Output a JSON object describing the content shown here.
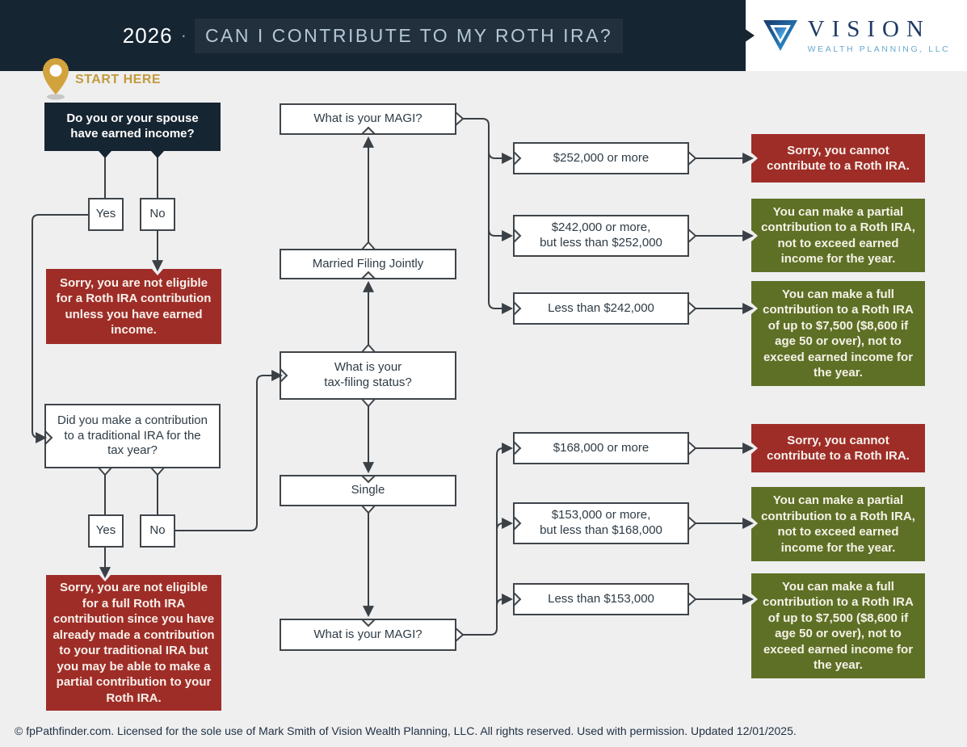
{
  "header": {
    "year": "2026",
    "separator": "·",
    "title": "CAN I CONTRIBUTE TO MY ROTH IRA?",
    "logo_name": "VISION",
    "logo_subtitle": "WEALTH PLANNING, LLC"
  },
  "start_here_label": "START HERE",
  "flow": {
    "q1": "Do you or your spouse\nhave earned income?",
    "yes_label": "Yes",
    "no_label": "No",
    "no_income_result": "Sorry, you are not eligible\nfor a Roth IRA contribution\nunless you have earned\nincome.",
    "q2": "Did you make a contribution\nto a traditional IRA for the\ntax year?",
    "trad_ira_result": "Sorry, you are not eligible\nfor a full Roth IRA\ncontribution since you have\nalready made a contribution\nto your traditional IRA but\nyou may be able to make a\npartial contribution to your\nRoth IRA.",
    "tax_status_question": "What is your\ntax-filing status?",
    "married_filing_jointly": "Married Filing Jointly",
    "single": "Single",
    "magi_question": "What is your MAGI?",
    "mfj_options": [
      "$252,000 or more",
      "$242,000 or more,\nbut less than $252,000",
      "Less than $242,000"
    ],
    "single_options": [
      "$168,000 or more",
      "$153,000 or more,\nbut less than $168,000",
      "Less than $153,000"
    ],
    "result_cannot": "Sorry, you cannot\ncontribute to a Roth IRA.",
    "result_partial": "You can make a partial\ncontribution to a Roth IRA,\nnot to exceed earned\nincome for the year.",
    "result_full": "You can make a full\ncontribution to a Roth IRA\nof up to $7,500 ($8,600 if\nage 50 or over), not to\nexceed earned income for\nthe year."
  },
  "footer": {
    "text": "© fpPathfinder.com. Licensed for the sole use of Mark Smith of Vision Wealth Planning, LLC. All rights reserved. Used with permission. Updated 12/01/2025."
  },
  "colors": {
    "header_navy": "#162532",
    "denial_red": "#9f2d27",
    "success_green": "#5e7026",
    "accent_gold": "#c49a3c",
    "background": "#efeff0",
    "line": "#3a4045",
    "logo_navy": "#1d3a63",
    "logo_light_blue": "#68a9cf"
  }
}
